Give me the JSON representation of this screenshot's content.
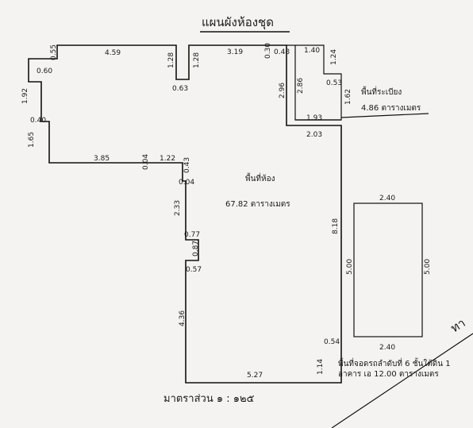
{
  "title": "แผนผังห้องชุด",
  "room": {
    "label": "พื้นที่ห้อง",
    "area": "67.82 ตารางเมตร"
  },
  "balcony": {
    "label": "พื้นที่ระเบียง",
    "area": "4.86 ตารางเมตร"
  },
  "parking": {
    "line1": "พื้นที่จอดรถลำดับที่ 6 ชั้นใต้ดิน 1",
    "line2": "อาคาร เอ  12.00 ตารางเมตร"
  },
  "scale": "มาตราส่วน  ๑ :  ๑๒๕",
  "corner_text": "ทา",
  "dims": {
    "top_left": "4.59",
    "top_mid": "3.19",
    "top_left_end": "0.55",
    "left_notch": "0.60",
    "left_upper": "1.92",
    "left_small": "0.40",
    "left_lower": "1.65",
    "bottom_left": "3.85",
    "notch_a": "1.28",
    "notch_b": "1.28",
    "notch_bottom": "0.63",
    "top_small_a": "0.30",
    "top_small_b": "0.48",
    "bal_top": "1.40",
    "bal_side": "1.24",
    "bal_step": "0.53",
    "bal_right": "1.62",
    "bal_bottom": "1.93",
    "vert_a": "2.96",
    "vert_b": "2.86",
    "right_top": "2.03",
    "left_c1": "0.04",
    "left_c2": "1.22",
    "left_c3": "0.43",
    "left_c4": "0.04",
    "left_c5": "2.33",
    "left_c6": "0.77",
    "left_c7": "0.87",
    "left_c8": "0.57",
    "left_lower_long": "4.36",
    "bottom": "5.27",
    "right_long": "8.18",
    "right_small": "0.54",
    "right_bottom": "1.14",
    "park_top": "2.40",
    "park_bottom": "2.40",
    "park_left": "5.00",
    "park_right": "5.00"
  }
}
